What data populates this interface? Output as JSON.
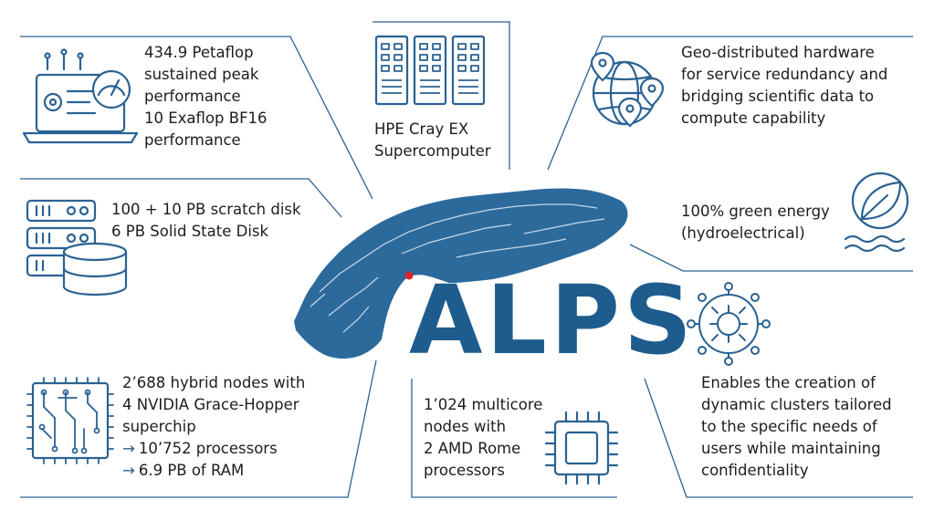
{
  "title": "ALPS",
  "colors": {
    "accent": "#1f5c8e",
    "line": "#2a6293",
    "marker": "#d8262c"
  },
  "boxes": {
    "performance": {
      "lines": [
        "434.9 Petaflop",
        "sustained peak",
        "performance",
        "10 Exaflop BF16",
        "performance"
      ],
      "icon": "laptop-gauge-icon"
    },
    "supercomputer": {
      "lines": [
        "HPE Cray EX",
        "Supercomputer"
      ],
      "icon": "server-racks-icon"
    },
    "geo": {
      "lines": [
        "Geo-distributed hardware",
        "for service redundancy and",
        "bridging scientific data to",
        "compute capability"
      ],
      "icon": "globe-location-icon"
    },
    "storage": {
      "lines": [
        "100 + 10 PB scratch disk",
        "6 PB Solid State Disk"
      ],
      "icon": "storage-database-icon"
    },
    "energy": {
      "lines": [
        "100% green energy",
        "(hydroelectrical)"
      ],
      "icon": "leaf-water-icon"
    },
    "hybrid": {
      "lines": [
        "2’688 hybrid nodes with",
        "4 NVIDIA Grace-Hopper",
        "superchip"
      ],
      "bullets": [
        "10’752 processors",
        "6.9 PB of RAM"
      ],
      "icon": "circuit-board-icon"
    },
    "multicore": {
      "lines": [
        "1’024 multicore",
        "nodes with",
        "2 AMD Rome",
        "processors"
      ],
      "icon": "cpu-chip-icon"
    },
    "clusters": {
      "lines": [
        "Enables the creation of",
        "dynamic clusters tailored",
        "to the specific needs of",
        "users while maintaining",
        "confidentiality"
      ],
      "icon": "cluster-network-icon"
    }
  }
}
